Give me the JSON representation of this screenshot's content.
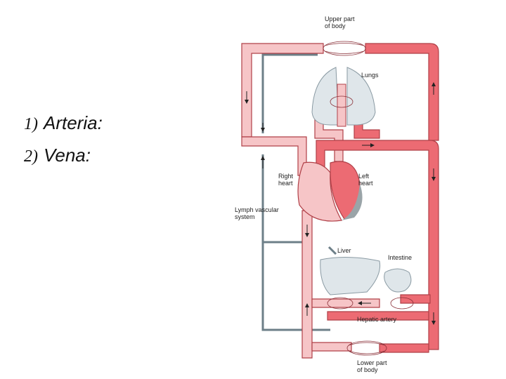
{
  "list": [
    {
      "number": "1)",
      "term": "Arteria:"
    },
    {
      "number": "2)",
      "term": "Vena:"
    }
  ],
  "diagram": {
    "labels": {
      "upper_body_1": "Upper part",
      "upper_body_2": "of body",
      "lungs": "Lungs",
      "right_heart_1": "Right",
      "right_heart_2": "heart",
      "left_heart_1": "Left",
      "left_heart_2": "heart",
      "lymph_1": "Lymph vascular",
      "lymph_2": "system",
      "liver": "Liver",
      "intestine": "Intestine",
      "hepatic_artery": "Hepatic artery",
      "lower_body_1": "Lower part",
      "lower_body_2": "of body"
    },
    "colors": {
      "arterial": "#ec6b73",
      "venous": "#f6c5c7",
      "vessel_outline": "#b04048",
      "lymph": "#6d7f88",
      "organ": "#dfe6ea"
    }
  }
}
